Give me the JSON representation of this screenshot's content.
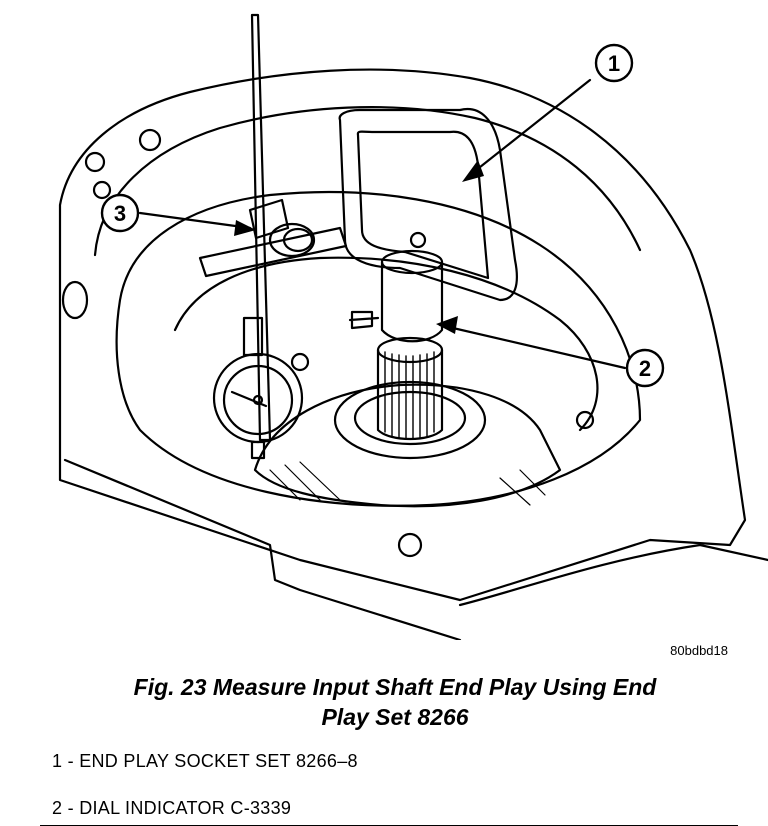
{
  "figure": {
    "id": "80bdbd18",
    "callouts": [
      "1",
      "2",
      "3"
    ]
  },
  "caption": {
    "line1": "Fig. 23 Measure Input Shaft End Play Using End",
    "line2": "Play Set 8266"
  },
  "legend": [
    {
      "text": "1 - END PLAY SOCKET SET 8266–8"
    },
    {
      "text": "2 - DIAL INDICATOR C-3339"
    }
  ]
}
